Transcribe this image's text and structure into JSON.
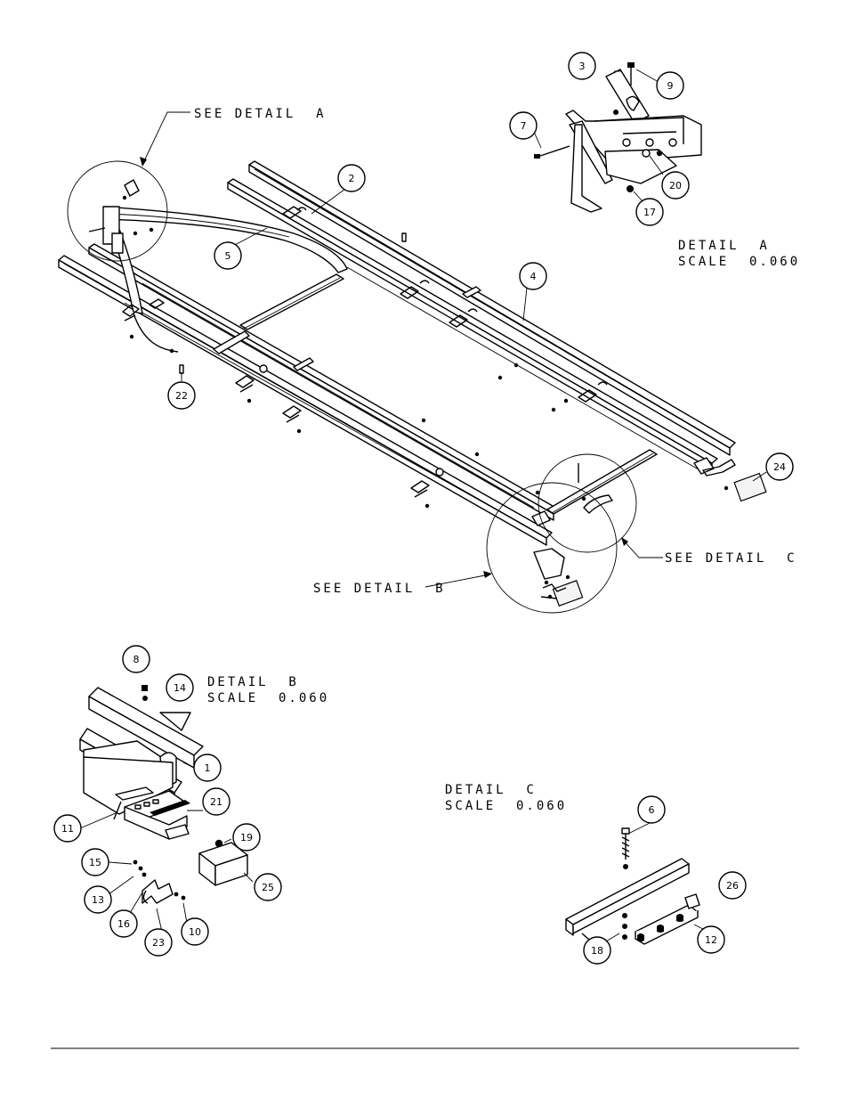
{
  "notes": {
    "see_detail_a": "SEE DETAIL  A",
    "see_detail_b": "SEE DETAIL  B",
    "see_detail_c": "SEE DETAIL  C",
    "detail_a_title": "DETAIL  A",
    "detail_a_scale": "SCALE  0.060",
    "detail_b_title": "DETAIL  B",
    "detail_b_scale": "SCALE  0.060",
    "detail_c_title": "DETAIL  C",
    "detail_c_scale": "SCALE  0.060"
  },
  "balloons": {
    "main": [
      "2",
      "4",
      "5",
      "22",
      "24"
    ],
    "detail_a": [
      "3",
      "9",
      "7",
      "20",
      "17"
    ],
    "detail_b": [
      "8",
      "14",
      "1",
      "21",
      "11",
      "19",
      "15",
      "13",
      "25",
      "16",
      "23",
      "10"
    ],
    "detail_c": [
      "6",
      "26",
      "18",
      "12"
    ]
  }
}
